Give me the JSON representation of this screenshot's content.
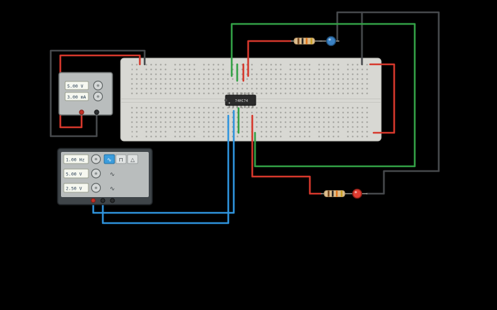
{
  "canvas": {
    "bg": "#000000"
  },
  "colors": {
    "wire_red": "#d6382c",
    "wire_green": "#33a146",
    "wire_blue": "#2f94dd",
    "wire_black": "#46494c",
    "breadboard_body": "#d8d8d3",
    "breadboard_border": "#bfbfba",
    "breadboard_hole": "#9b9b96",
    "ic_body": "#2b2b2b",
    "led_blue": "#3b82c4",
    "led_red": "#e03c31",
    "resistor_body": "#dcbd8e",
    "instrument_face": "#b9bdbd",
    "generator_case": "#3f4549",
    "active_button": "#3b9ddd",
    "display_bg": "#f6f8f0"
  },
  "power_supply": {
    "voltage": "5.00 V",
    "current": "3.00 mA"
  },
  "function_generator": {
    "frequency": "1.00 Hz",
    "amplitude": "5.00 V",
    "offset": "2.50 V",
    "icons": {
      "sine": "∿",
      "square": "⊓",
      "triangle": "△"
    }
  },
  "ic": {
    "label": "74HC74"
  }
}
